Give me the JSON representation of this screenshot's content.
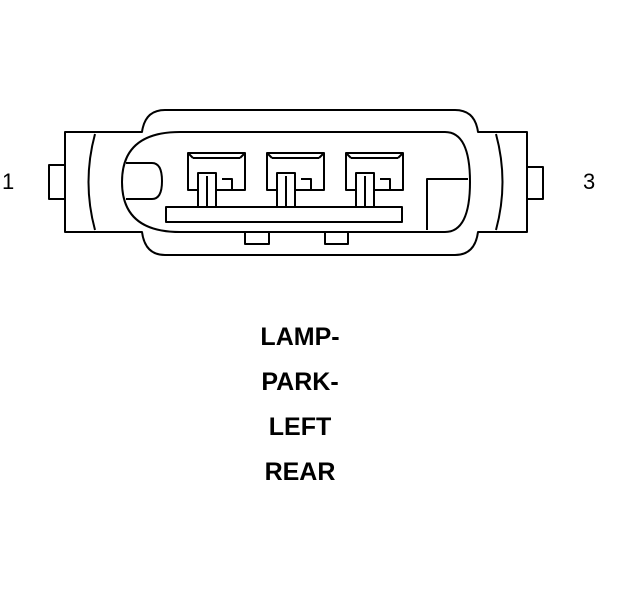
{
  "pins": {
    "first": "1",
    "last": "3"
  },
  "connector_name": {
    "lines": [
      "LAMP-",
      "PARK-",
      "LEFT",
      "REAR"
    ]
  },
  "colors": {
    "line": "#000000",
    "background": "#ffffff"
  }
}
